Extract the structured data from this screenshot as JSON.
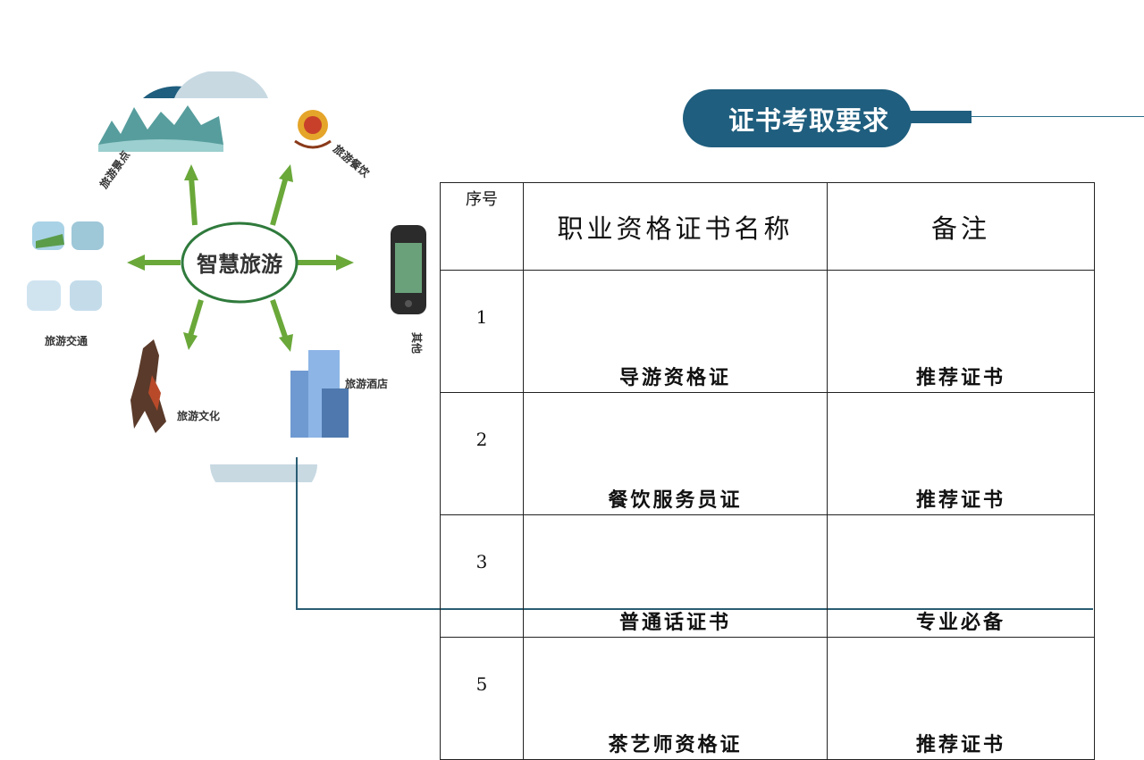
{
  "title": "证书考取要求",
  "illustration": {
    "center": "智慧旅游",
    "nodes": [
      "旅游景点",
      "旅游餐饮",
      "其他",
      "旅游酒店",
      "旅游文化",
      "旅游交通"
    ]
  },
  "table": {
    "headers": {
      "seq": "序号",
      "name": "职业资格证书名称",
      "note": "备注"
    },
    "rows": [
      {
        "seq": "1",
        "name": "导游资格证",
        "note": "推荐证书"
      },
      {
        "seq": "2",
        "name": "餐饮服务员证",
        "note": "推荐证书"
      },
      {
        "seq": "3",
        "name": "普通话证书",
        "note": "专业必备"
      },
      {
        "seq": "5",
        "name": "茶艺师资格证",
        "note": "推荐证书"
      }
    ]
  },
  "colors": {
    "accent": "#1f5e7e",
    "arrow": "#6aa83a",
    "ellipse_stroke": "#2f7a3c",
    "line": "#2a5d73"
  }
}
